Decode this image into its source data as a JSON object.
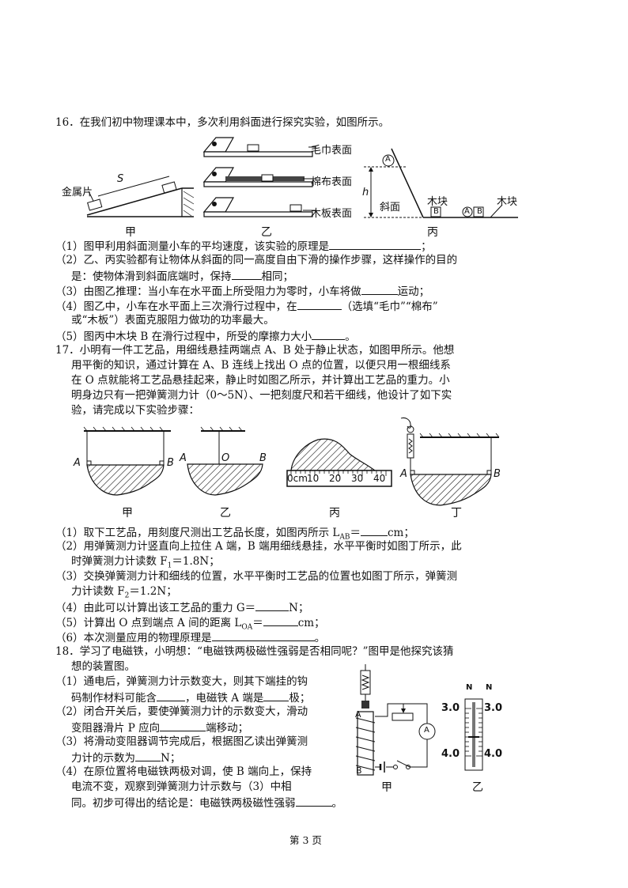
{
  "q16": {
    "stem": "16．在我们初中物理课本中，多次利用斜面进行探究实验，如图所示。",
    "fig_labels": {
      "metal": "金属片",
      "s": "S",
      "towel": "毛巾表面",
      "cotton": "棉布表面",
      "wood": "木板表面",
      "a": "A",
      "h": "h",
      "slope": "斜面",
      "block1": "木块",
      "block2": "木块",
      "b": "B",
      "a2": "A",
      "b2": "B"
    },
    "captions": [
      "甲",
      "乙",
      "丙"
    ],
    "items": [
      "（1）图甲利用斜面测量小车的平均速度，该实验的原理是",
      "（2）乙、丙实验都有让物体从斜面的同一高度自由下滑的操作步骤，这样操作的目的",
      "是：使物体滑到斜面底端时，保持",
      "相同；",
      "（3）由图乙推理：当小车在水平面上所受阻力为零时，小车将做",
      "运动；",
      "（4）图乙中，小车在水平面上三次滑行过程中，在",
      "（选填“毛巾”“棉布”",
      "或“木板”）表面克服阻力做功的功率最大。",
      "（5）图丙中木块 B 在滑行过程中，所受的摩擦力大小",
      "。",
      "；"
    ]
  },
  "q17": {
    "stem": [
      "17．小明有一件工艺品，用细线悬挂两端点 A、B 处于静止状态，如图甲所示。他想",
      "用平衡的知识，通过计算在 A、B 连线上找出 O 点的位置，以便只用一根细线系",
      "在 O 点就能将工艺品悬挂起来，静止时如图乙所示，并计算出工艺品的重力。小",
      "明身边只有一把弹簧测力计（0～5N）、一把刻度尺和若干细线，他设计了如下实",
      "验，请完成以下实验步骤："
    ],
    "fig_labels": {
      "a": "A",
      "b": "B",
      "o": "O",
      "a2": "A",
      "b2": "B",
      "a3": "A",
      "b3": "B",
      "ruler": [
        "0cm",
        "10",
        "20",
        "30",
        "40"
      ]
    },
    "captions": [
      "甲",
      "乙",
      "丙",
      "丁"
    ],
    "items": [
      "（1）取下工艺品，用刻度尺测出工艺品长度，如图丙所示 L",
      "AB",
      "＝",
      "cm；",
      "（2）用弹簧测力计竖直向上拉住 A 端，B 端用细线悬挂，水平平衡时如图丁所示，此",
      "时弹簧测力计读数 F",
      "1",
      "＝1.8N；",
      "（3）交换弹簧测力计和细线的位置，水平平衡时工艺品的位置也如图丁所示，弹簧测",
      "力计读数 F",
      "2",
      "＝1.2N；",
      "（4）由此可以计算出该工艺品的重力 G＝",
      "N；",
      "（5）计算出 O 点到端点 A 间的距离 L",
      "OA",
      "＝",
      "cm；",
      "（6）本次测量应用的物理原理是",
      "。"
    ]
  },
  "q18": {
    "stem": [
      "18．学习了电磁铁，小明想：“电磁铁两极磁性强弱是否相同呢？”图甲是他探究该猜",
      "想的装置图。"
    ],
    "items": [
      "（1）通电后，弹簧测力计示数变大，则其下端挂的钩",
      "码制作材料可能含",
      "，电磁铁 A 端是",
      "极；",
      "（2）闭合开关后，要使弹簧测力计的示数变大，滑动",
      "变阻器滑片 P 应向",
      "端移动；",
      "（3）将滑动变阻器调节完成后，根据图乙读出弹簧测",
      "力计的示数为",
      "N；",
      "（4）在原位置将电磁铁两极对调，使 B 端向上，保持",
      "电流不变，观察到弹簧测力计示数与（3）中相",
      "同。初步可得出的结论是：电磁铁两极磁性强弱",
      "。"
    ],
    "fig_labels": {
      "a": "A",
      "b": "B",
      "ammeter": "A",
      "n1": "N",
      "n2": "N",
      "s30l": "3.0",
      "s30r": "3.0",
      "s40l": "4.0",
      "s40r": "4.0"
    },
    "captions": [
      "甲",
      "乙"
    ]
  },
  "footer": {
    "page": "第 3 页"
  }
}
